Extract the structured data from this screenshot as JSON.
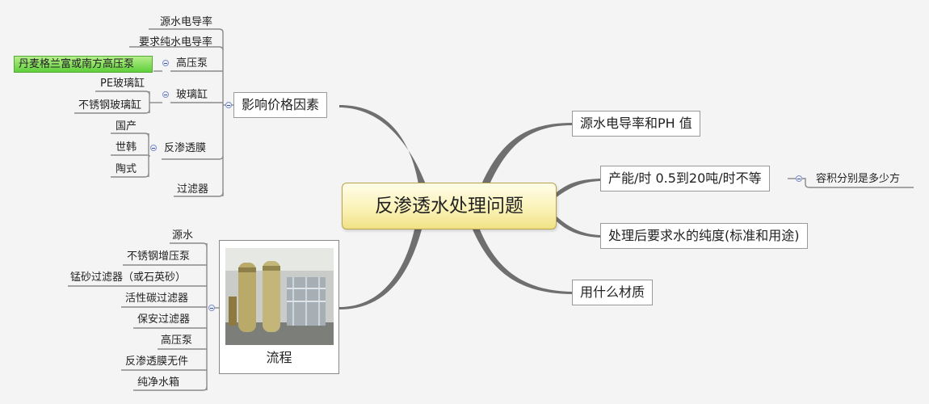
{
  "colors": {
    "branch": "#6f6f6f",
    "leaf_line": "#8a8a8a",
    "central_border": "#b9a44a",
    "highlight": "#7ad651"
  },
  "central": {
    "label": "反渗透水处理问题"
  },
  "left": {
    "price_factors": {
      "label": "影响价格因素",
      "items": {
        "source_conductivity": "源水电导率",
        "pure_conductivity": "要求纯水电导率",
        "high_pressure_pump": "高压泵",
        "pump_brand": "丹麦格兰富或南方高压泵",
        "glass_tank": "玻璃缸",
        "pe_tank": "PE玻璃缸",
        "steel_tank": "不锈钢玻璃缸",
        "ro_membrane": "反渗透膜",
        "domestic": "国产",
        "shihan": "世韩",
        "taoshi": "陶式",
        "filter": "过滤器"
      }
    },
    "process": {
      "label": "流程",
      "image": "water-treatment-equipment-photo",
      "items": [
        "源水",
        "不锈钢增压泵",
        "锰砂过滤器（或石英砂）",
        "活性碳过滤器",
        "保安过滤器",
        "高压泵",
        "反渗透膜无件",
        "纯净水箱"
      ]
    }
  },
  "right": {
    "items": {
      "source_ph": "源水电导率和PH 值",
      "capacity": "产能/时   0.5到20吨/时不等",
      "capacity_sub": "容积分别是多少方",
      "purity": "处理后要求水的纯度(标准和用途)",
      "material": "用什么材质"
    }
  }
}
